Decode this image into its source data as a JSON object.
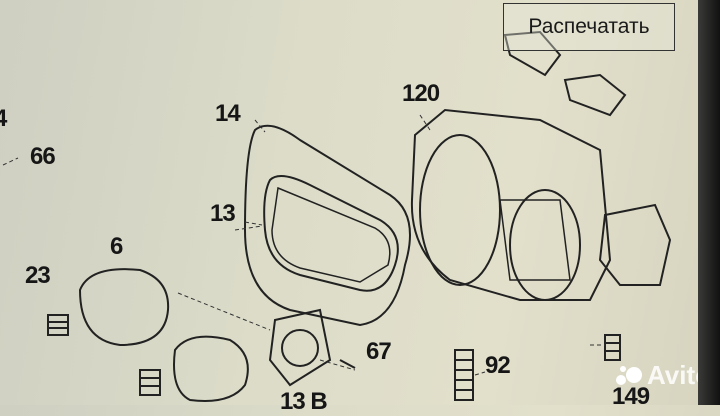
{
  "toolbar": {
    "print_label": "Распечатать"
  },
  "diagram": {
    "part_labels": [
      "4",
      "66",
      "14",
      "13",
      "6",
      "23",
      "120",
      "67",
      "92",
      "149",
      "13 B"
    ]
  },
  "watermark": {
    "text": "Avito"
  }
}
